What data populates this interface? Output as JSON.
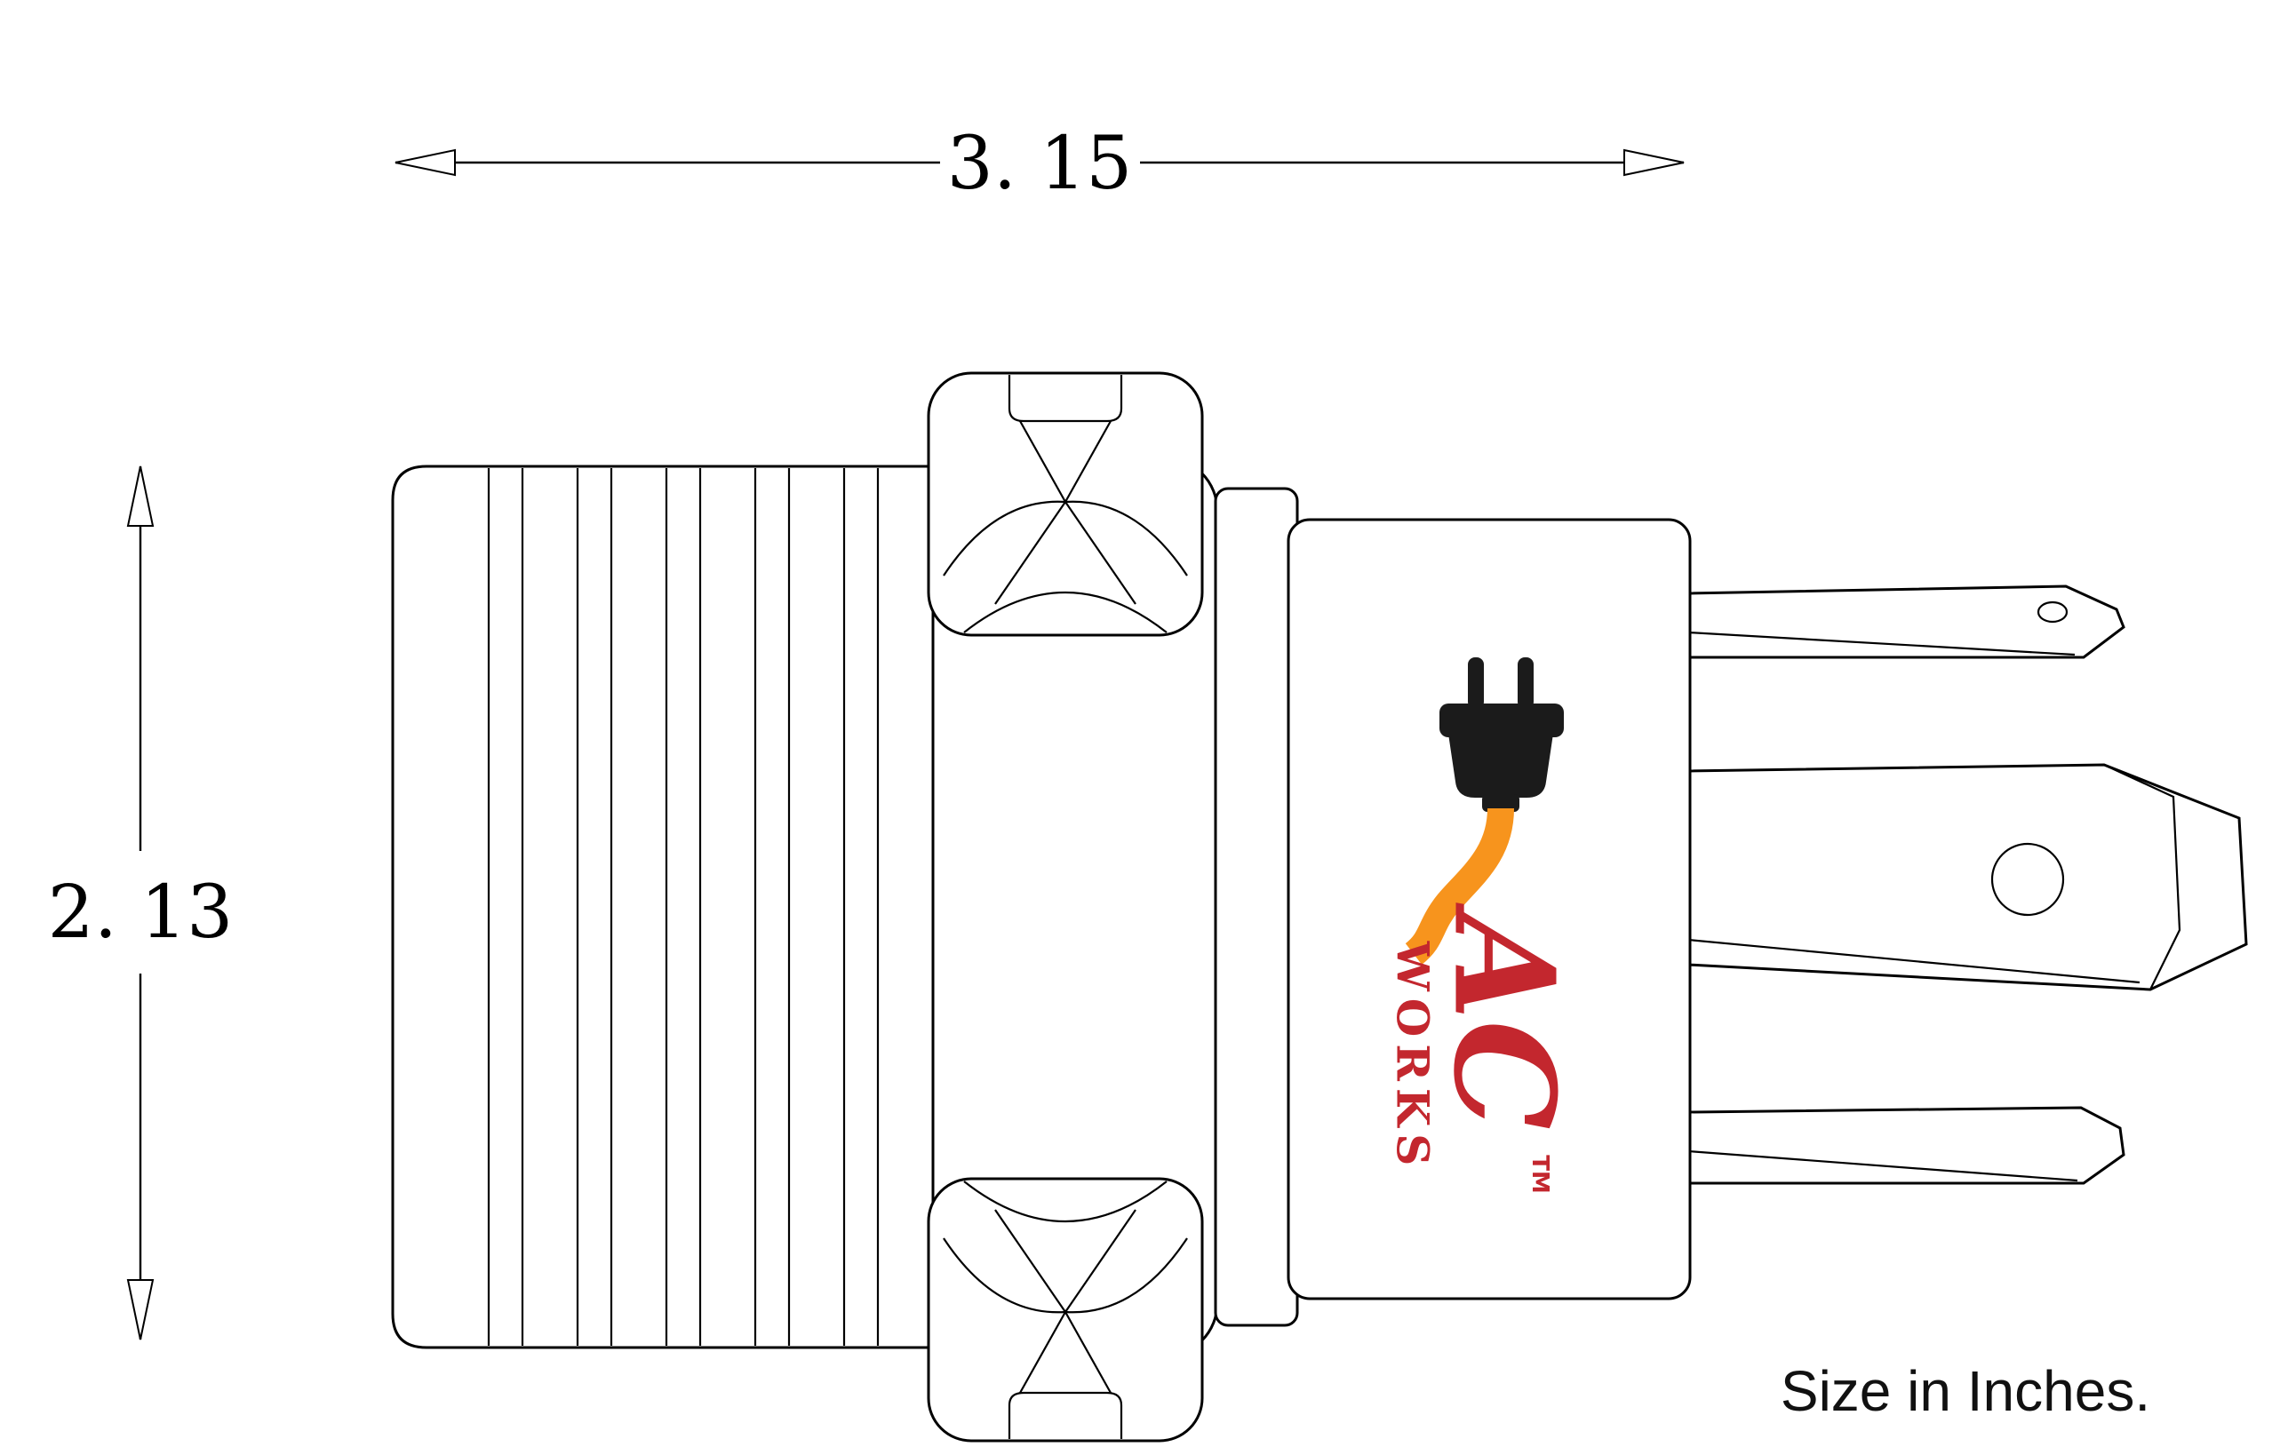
{
  "dimensions": {
    "width_label": "3. 15",
    "height_label": "2. 13",
    "note": "Size in Inches."
  },
  "logo": {
    "brand_script": "AC",
    "brand_word": "WORKS",
    "trademark": "TM"
  },
  "colors": {
    "line": "#000000",
    "logo_red": "#c3272e",
    "cord_orange": "#f7941d",
    "plug_black": "#1b1b1b",
    "note_text": "#111111"
  }
}
